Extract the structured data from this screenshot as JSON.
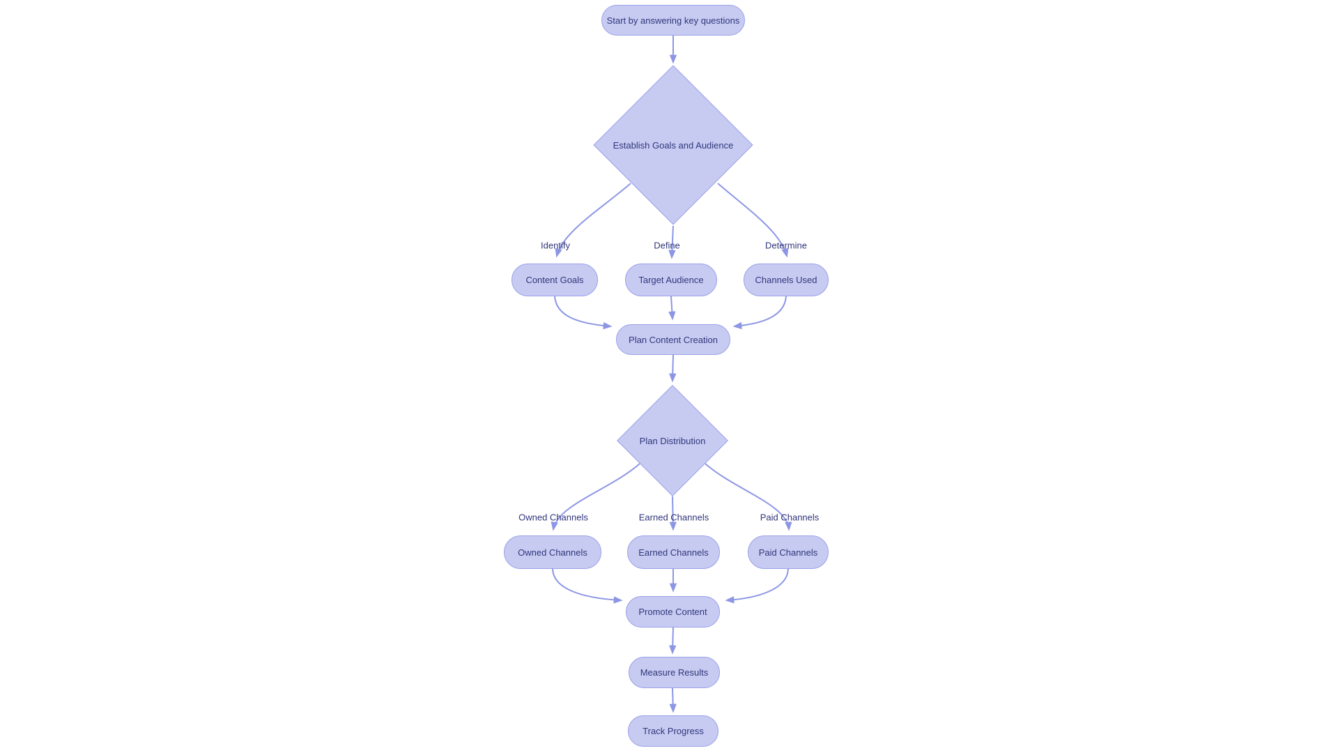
{
  "diagram": {
    "type": "flowchart",
    "nodes": {
      "start": {
        "label": "Start by answering key questions",
        "shape": "stadium"
      },
      "establish_goals": {
        "label": "Establish Goals and Audience",
        "shape": "diamond"
      },
      "content_goals": {
        "label": "Content Goals",
        "shape": "stadium"
      },
      "target_audience": {
        "label": "Target Audience",
        "shape": "stadium"
      },
      "channels_used": {
        "label": "Channels Used",
        "shape": "stadium"
      },
      "plan_content_creation": {
        "label": "Plan Content Creation",
        "shape": "stadium"
      },
      "plan_distribution": {
        "label": "Plan Distribution",
        "shape": "diamond"
      },
      "owned_channels": {
        "label": "Owned Channels",
        "shape": "stadium"
      },
      "earned_channels": {
        "label": "Earned Channels",
        "shape": "stadium"
      },
      "paid_channels": {
        "label": "Paid Channels",
        "shape": "stadium"
      },
      "promote_content": {
        "label": "Promote Content",
        "shape": "stadium"
      },
      "measure_results": {
        "label": "Measure Results",
        "shape": "stadium"
      },
      "track_progress": {
        "label": "Track Progress",
        "shape": "stadium"
      }
    },
    "edge_labels": {
      "identify": "Identify",
      "define": "Define",
      "determine": "Determine",
      "owned": "Owned Channels",
      "earned": "Earned Channels",
      "paid": "Paid Channels"
    },
    "colors": {
      "node_fill": "#c7cbf2",
      "node_border": "#99a1e8",
      "edge": "#8c96e4",
      "text": "#30367a",
      "background": "#ffffff"
    }
  }
}
